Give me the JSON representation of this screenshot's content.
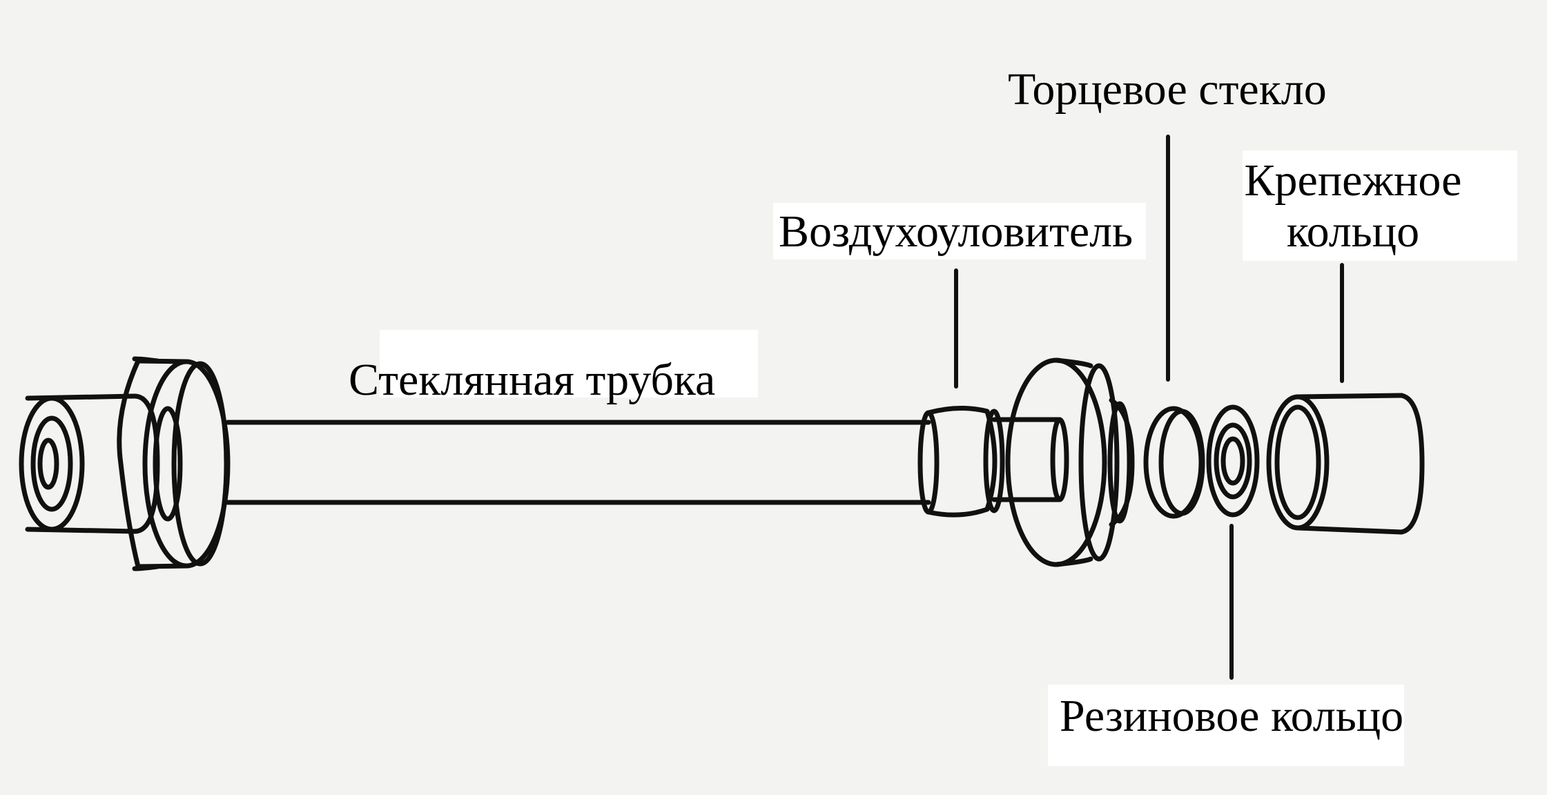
{
  "diagram": {
    "colors": {
      "background": "#f3f3f1",
      "label_background": "#ffffff",
      "stroke": "#111111"
    },
    "labels": {
      "glass_tube": "Стеклянная трубка",
      "air_trap": "Воздухоуловитель",
      "end_glass": "Торцевое стекло",
      "mounting_ring_line1": "Крепежное",
      "mounting_ring_line2": "кольцо",
      "rubber_ring": "Резиновое кольцо"
    }
  }
}
